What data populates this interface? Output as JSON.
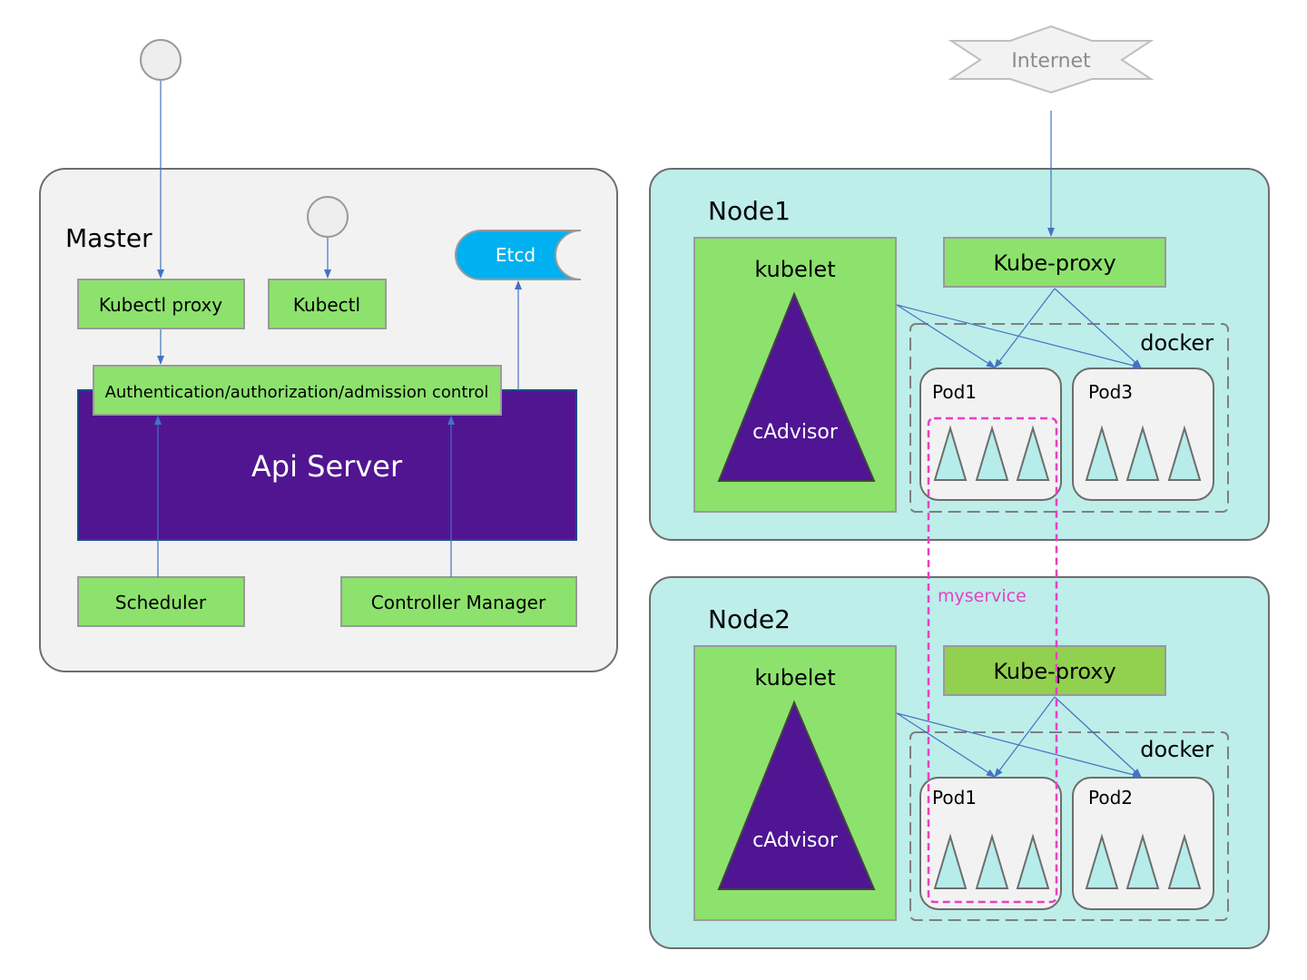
{
  "colors": {
    "master_bg": "#f2f2f2",
    "node_bg": "#bdeeea",
    "component_green": "#8de26d",
    "api_server_purple": "#511592",
    "etcd_blue": "#00b0f0",
    "arrow_blue": "#4472c4",
    "service_pink": "#e83fc4"
  },
  "master": {
    "title": "Master",
    "kubectl_proxy": "Kubectl proxy",
    "kubectl": "Kubectl",
    "etcd": "Etcd",
    "auth": "Authentication/authorization/admission control",
    "api_server": "Api Server",
    "scheduler": "Scheduler",
    "controller_manager": "Controller Manager"
  },
  "internet": "Internet",
  "node1": {
    "title": "Node1",
    "kubelet": "kubelet",
    "cadvisor": "cAdvisor",
    "kube_proxy": "Kube-proxy",
    "docker": "docker",
    "pods": [
      "Pod1",
      "Pod3"
    ]
  },
  "node2": {
    "title": "Node2",
    "kubelet": "kubelet",
    "cadvisor": "cAdvisor",
    "kube_proxy": "Kube-proxy",
    "docker": "docker",
    "pods": [
      "Pod1",
      "Pod2"
    ]
  },
  "service": "myservice"
}
